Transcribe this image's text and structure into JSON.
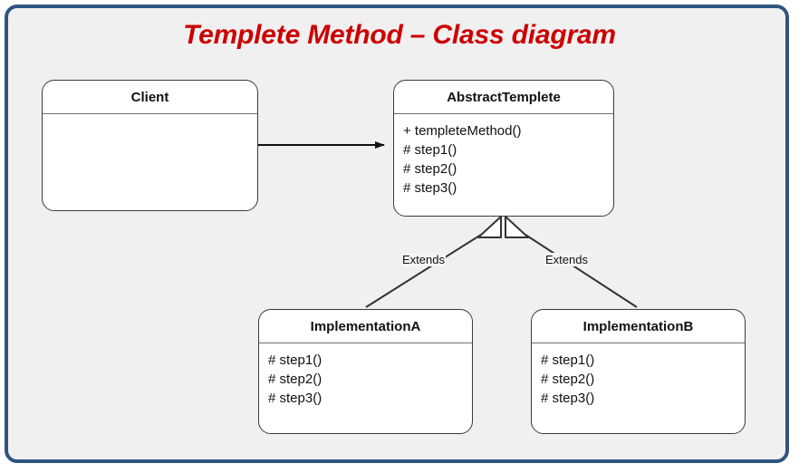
{
  "frame": {
    "border_color": "#2E5580",
    "background_color": "#f0f0f0"
  },
  "title": {
    "text": "Templete Method – Class diagram",
    "color": "#CC0000"
  },
  "classes": [
    {
      "id": "client",
      "name": "Client",
      "members": []
    },
    {
      "id": "abstract-templete",
      "name": "AbstractTemplete",
      "members": [
        "+ templeteMethod()",
        "# step1()",
        "# step2()",
        "# step3()"
      ]
    },
    {
      "id": "implementation-a",
      "name": "ImplementationA",
      "members": [
        "# step1()",
        "# step2()",
        "# step3()"
      ]
    },
    {
      "id": "implementation-b",
      "name": "ImplementationB",
      "members": [
        "# step1()",
        "# step2()",
        "# step3()"
      ]
    }
  ],
  "edges": [
    {
      "id": "client-uses-abstract",
      "from": "client",
      "to": "abstract-templete",
      "type": "association",
      "arrowhead": "filled-arrow",
      "label": ""
    },
    {
      "id": "impl-a-extends-abstract",
      "from": "implementation-a",
      "to": "abstract-templete",
      "type": "generalization",
      "arrowhead": "hollow-triangle",
      "label": "Extends"
    },
    {
      "id": "impl-b-extends-abstract",
      "from": "implementation-b",
      "to": "abstract-templete",
      "type": "generalization",
      "arrowhead": "hollow-triangle",
      "label": "Extends"
    }
  ],
  "edge_labels": {
    "left_extends": "Extends",
    "right_extends": "Extends"
  }
}
